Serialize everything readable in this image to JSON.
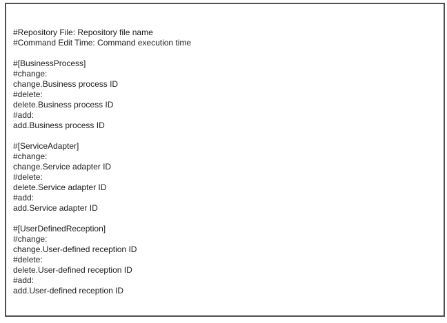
{
  "colors": {
    "background": "#ffffff",
    "border": "#4f4f4f",
    "text": "#1c1c1c"
  },
  "document": {
    "header_lines": [
      "#Repository File: Repository file name",
      "#Command Edit Time: Command execution time"
    ],
    "sections": [
      {
        "title": "#[BusinessProcess]",
        "entries": [
          "#change:",
          "change.Business process ID",
          "#delete:",
          "delete.Business process ID",
          "#add:",
          "add.Business process ID"
        ]
      },
      {
        "title": "#[ServiceAdapter]",
        "entries": [
          "#change:",
          "change.Service adapter ID",
          "#delete:",
          "delete.Service adapter ID",
          "#add:",
          "add.Service adapter ID"
        ]
      },
      {
        "title": "#[UserDefinedReception]",
        "entries": [
          "#change:",
          "change.User-defined reception ID",
          "#delete:",
          "delete.User-defined reception ID",
          "#add:",
          "add.User-defined reception ID"
        ]
      }
    ]
  }
}
